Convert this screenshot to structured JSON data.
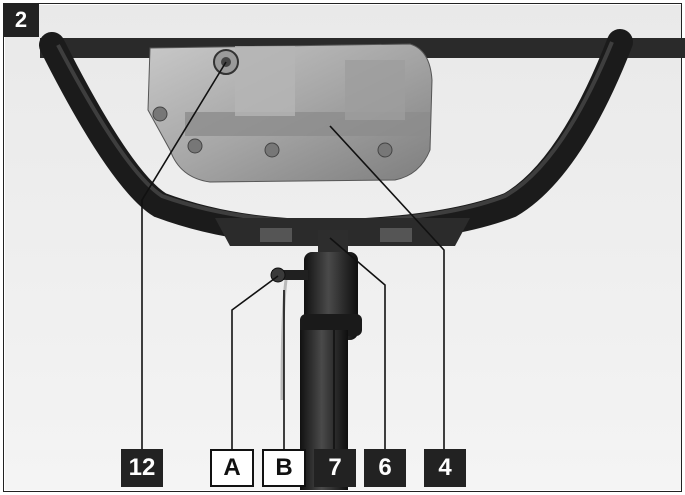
{
  "figure": {
    "number": "2"
  },
  "callouts": [
    {
      "id": "12",
      "text": "12",
      "style": "filled"
    },
    {
      "id": "A",
      "text": "A",
      "style": "outlined"
    },
    {
      "id": "B",
      "text": "B",
      "style": "outlined"
    },
    {
      "id": "7",
      "text": "7",
      "style": "filled"
    },
    {
      "id": "6",
      "text": "6",
      "style": "filled"
    },
    {
      "id": "4",
      "text": "4",
      "style": "filled"
    }
  ],
  "colors": {
    "label_fill": "#222222",
    "frame": "#222222",
    "background": "#ffffff"
  }
}
